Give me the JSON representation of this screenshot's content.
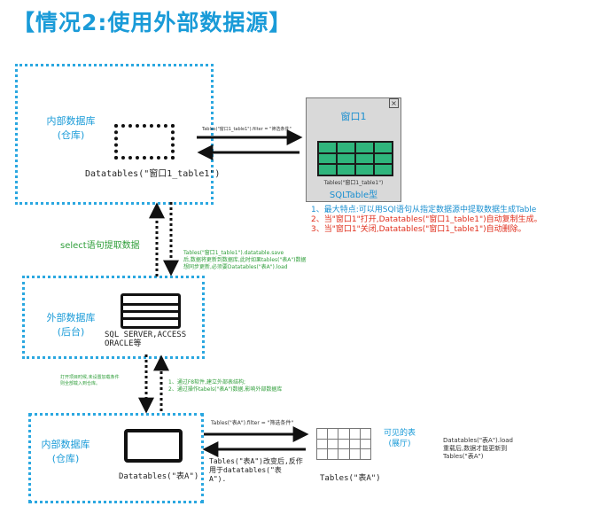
{
  "title": "【情况2:使用外部数据源】",
  "top_box": {
    "line1": "内部数据库",
    "line2": "(仓库)",
    "table_label": "Datatables(\"窗口1_table1\")"
  },
  "arrow_top_label": "Tables(\"窗口1_table1\").filter = \"筛选条件\"",
  "window": {
    "title": "窗口1",
    "close": "×",
    "caption": "Tables(\"窗口1_table1\")",
    "type": "SQLTable型"
  },
  "notes_red": [
    "1、最大特点:可以用SQl语句从指定数据源中提取数据生成Table",
    "2、当\"窗口1\"打开,Datatables(\"窗口1_table1\")自动复制生成。",
    "3、当\"窗口1\"关闭,Datatables(\"窗口1_table1\")自动删除。"
  ],
  "select_label": "select语句提取数据",
  "save_note": [
    "Tables(\"窗口1_table1\").datatable.save",
    "后,数据将更新到数据库,此时如果tables(\"表A\")数据",
    "想同步更新,必须要Datatables(\"表A\").load"
  ],
  "mid_box": {
    "line1": "外部数据库",
    "line2": "(后台)",
    "caption1": "SQL SERVER,ACCESS",
    "caption2": "ORACLE等"
  },
  "left_small_note": [
    "打开项目时候,未设置加载条件",
    "则全部载入到仓库。"
  ],
  "right_small_note": [
    "1、通过F8软件,建立外部表结构;",
    "2、通过操作tabels(\"表A\")数据,影响外部数据库"
  ],
  "bottom_box": {
    "line1": "内部数据库",
    "line2": "(仓库)",
    "table_label": "Datatables(\"表A\")"
  },
  "filter_label": "Tables(\"表A\").filter = \"筛选条件\"",
  "reverse_label": [
    "Tables(\"表A\")改变后,反作",
    "用于datatables(\"表",
    "A\")."
  ],
  "visible": {
    "line1": "可见的表",
    "line2": "(展厅)",
    "caption": "Tables(\"表A\")"
  },
  "load_note": [
    "Datatables(\"表A\").load",
    "重载后,数据才能更新到",
    "Tables(\"表A\")"
  ]
}
